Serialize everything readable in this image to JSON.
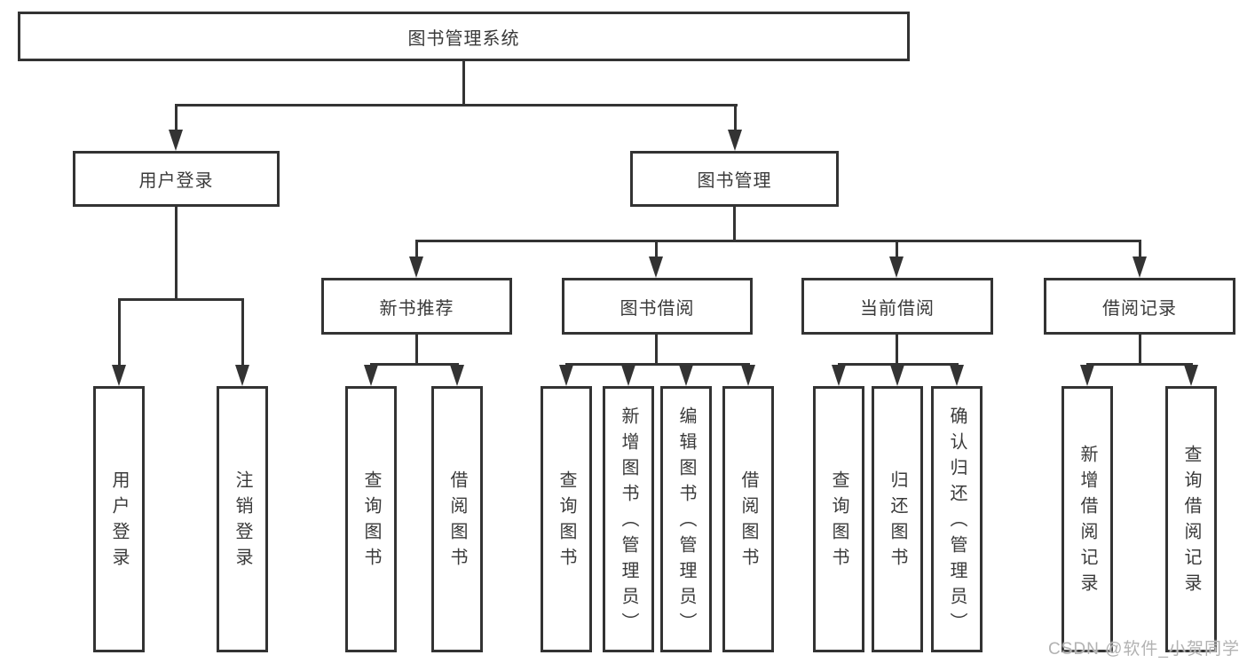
{
  "tree": {
    "label": "图书管理系统",
    "children": [
      {
        "label": "用户登录",
        "children": [
          {
            "label": "用户登录"
          },
          {
            "label": "注销登录"
          }
        ]
      },
      {
        "label": "图书管理",
        "children": [
          {
            "label": "新书推荐",
            "children": [
              {
                "label": "查询图书"
              },
              {
                "label": "借阅图书"
              }
            ]
          },
          {
            "label": "图书借阅",
            "children": [
              {
                "label": "查询图书"
              },
              {
                "label": "新增图书（管理员）"
              },
              {
                "label": "编辑图书（管理员）"
              },
              {
                "label": "借阅图书"
              }
            ]
          },
          {
            "label": "当前借阅",
            "children": [
              {
                "label": "查询图书"
              },
              {
                "label": "归还图书"
              },
              {
                "label": "确认归还（管理员）"
              }
            ]
          },
          {
            "label": "借阅记录",
            "children": [
              {
                "label": "新增借阅记录"
              },
              {
                "label": "查询借阅记录"
              }
            ]
          }
        ]
      }
    ]
  },
  "watermark": {
    "text": "CSDN @软件_小贺同学"
  },
  "colors": {
    "line": "#333333",
    "box_border": "#333333",
    "box_background": "#ffffff",
    "text": "#3a3a3a",
    "watermark": "#b2b2b2"
  }
}
